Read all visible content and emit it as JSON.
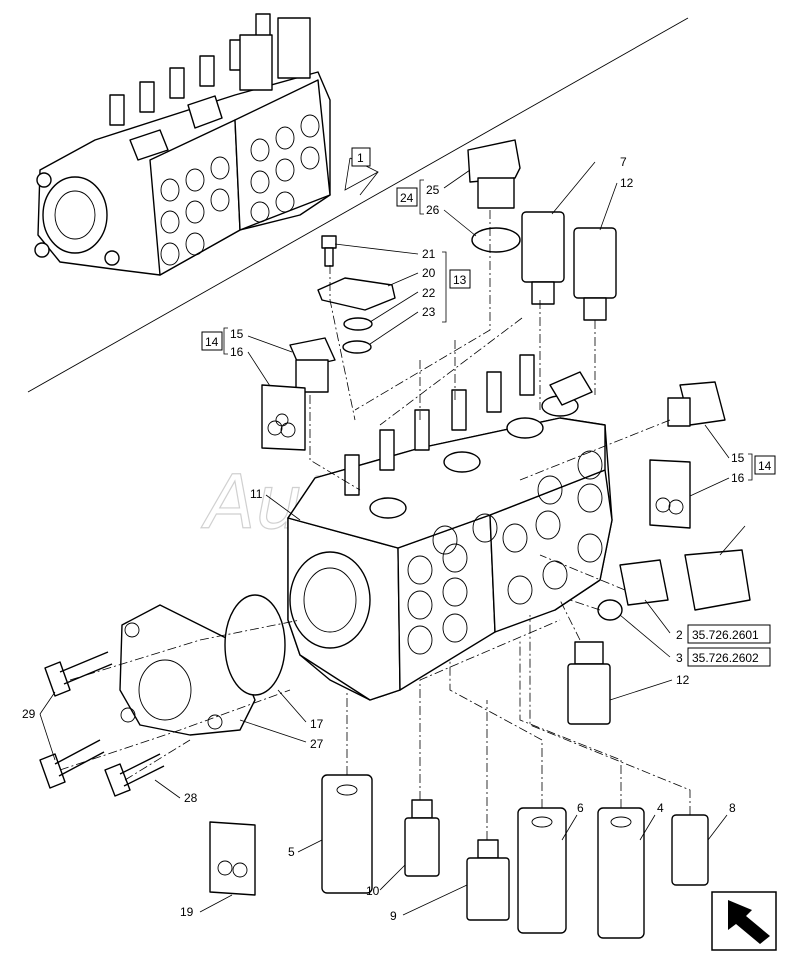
{
  "watermark": "AutoSoft",
  "callouts": {
    "c1": "1",
    "c2": "2",
    "c3": "3",
    "c4": "4",
    "c5": "5",
    "c6": "6",
    "c7": "7",
    "c8": "8",
    "c9": "9",
    "c10": "10",
    "c11": "11",
    "c12a": "12",
    "c12b": "12",
    "c13": "13",
    "c14a": "14",
    "c14b": "14",
    "c15a": "15",
    "c15b": "15",
    "c16a": "16",
    "c16b": "16",
    "c17": "17",
    "c19": "19",
    "c20": "20",
    "c21": "21",
    "c22": "22",
    "c23": "23",
    "c24": "24",
    "c25": "25",
    "c26": "26",
    "c27": "27",
    "c28": "28",
    "c29": "29"
  },
  "references": {
    "ref2": "35.726.2601",
    "ref3": "35.726.2602"
  },
  "icons": [
    "back-arrow-icon",
    "seal-kit-bag-icon"
  ]
}
